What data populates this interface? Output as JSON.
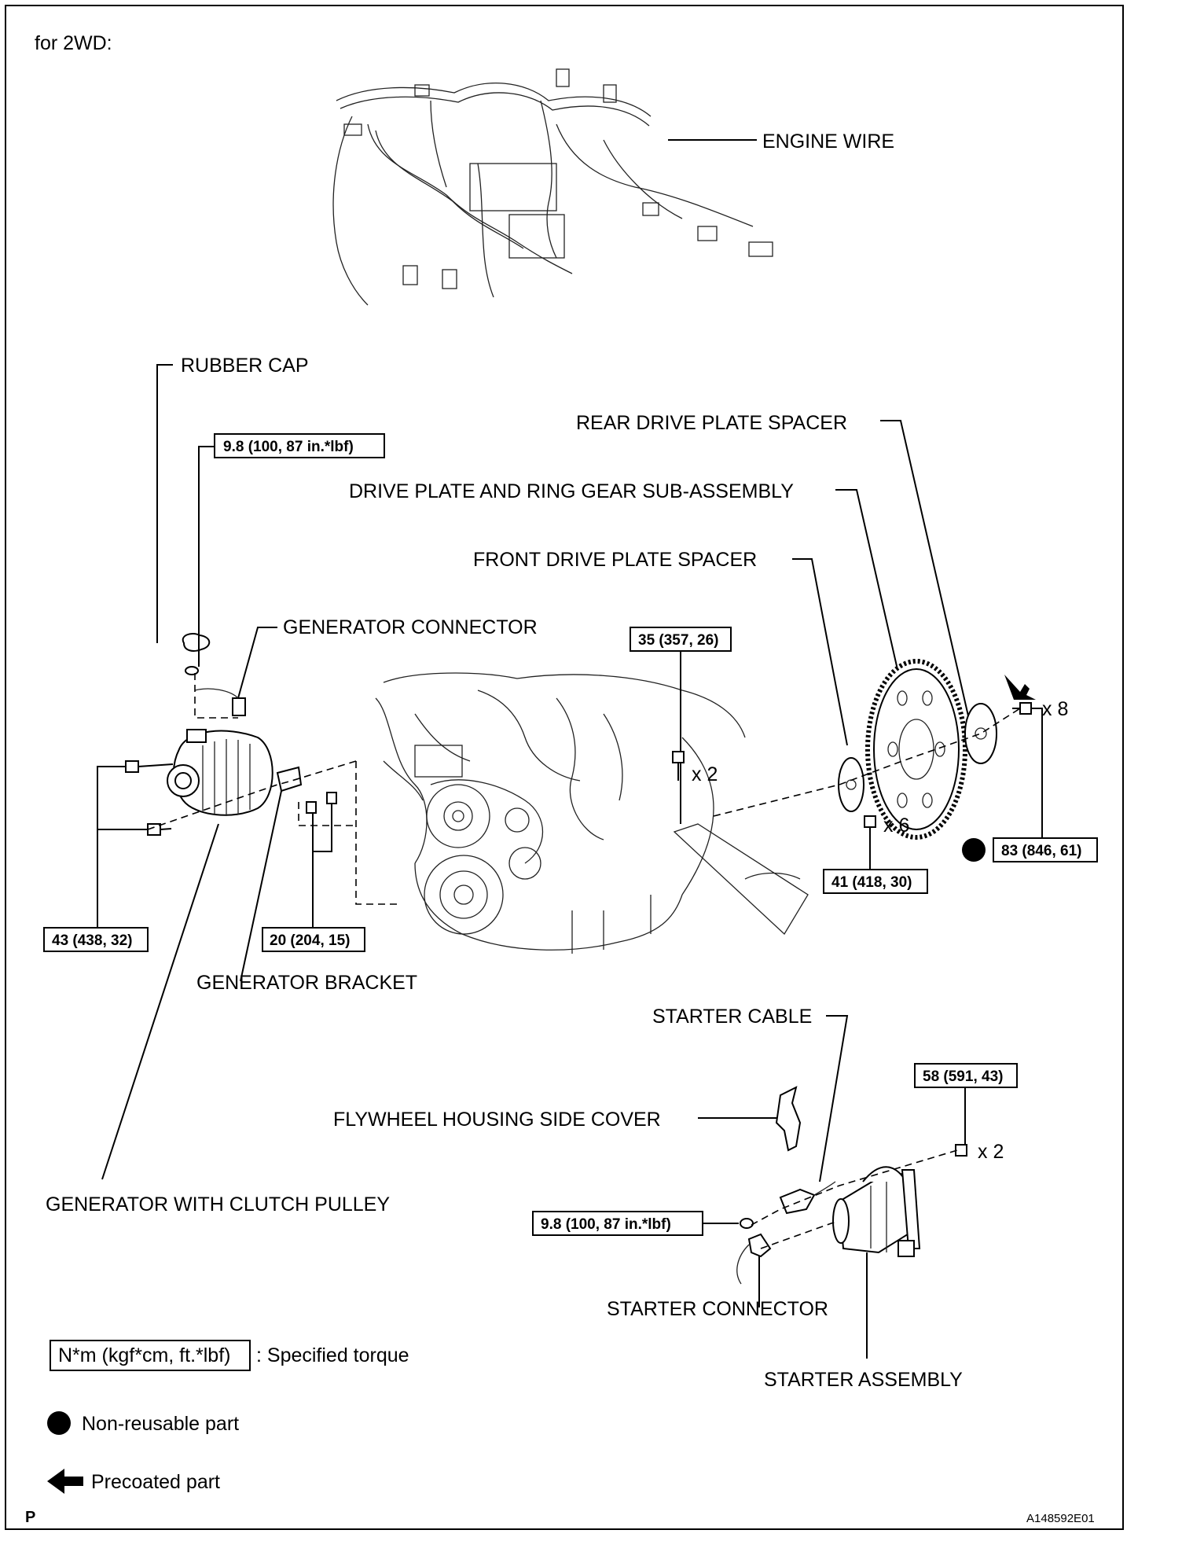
{
  "header": {
    "variant": "for 2WD:"
  },
  "labels": {
    "engine_wire": "ENGINE WIRE",
    "rubber_cap": "RUBBER CAP",
    "rear_drive_plate_spacer": "REAR DRIVE PLATE SPACER",
    "drive_plate_ring_gear": "DRIVE PLATE AND RING GEAR SUB-ASSEMBLY",
    "front_drive_plate_spacer": "FRONT DRIVE PLATE SPACER",
    "generator_connector": "GENERATOR CONNECTOR",
    "generator_bracket": "GENERATOR BRACKET",
    "starter_cable": "STARTER CABLE",
    "flywheel_housing_side_cover": "FLYWHEEL HOUSING SIDE COVER",
    "generator_with_clutch_pulley": "GENERATOR WITH CLUTCH PULLEY",
    "starter_connector": "STARTER CONNECTOR",
    "starter_assembly": "STARTER ASSEMBLY"
  },
  "torques": {
    "rubber_cap_nut": "9.8 (100, 87 in.*lbf)",
    "engine_bolt": "35 (357, 26)",
    "drive_plate_bolt": "83 (846, 61)",
    "drive_plate_spacer_bolt": "41 (418, 30)",
    "generator_bolt": "43 (438, 32)",
    "generator_bracket_bolt": "20 (204, 15)",
    "starter_bolt": "58 (591, 43)",
    "starter_cable_nut": "9.8 (100, 87 in.*lbf)"
  },
  "quantities": {
    "drive_plate_bolts": "x 8",
    "engine_bolts": "x 2",
    "spacer_bolts": "x 6",
    "starter_bolts": "x 2"
  },
  "legend": {
    "torque_unit": "N*m (kgf*cm, ft.*lbf)",
    "torque_desc": ": Specified torque",
    "non_reusable": "Non-reusable part",
    "precoated": "Precoated part"
  },
  "footer": {
    "page_letter": "P",
    "figure_id": "A148592E01"
  }
}
